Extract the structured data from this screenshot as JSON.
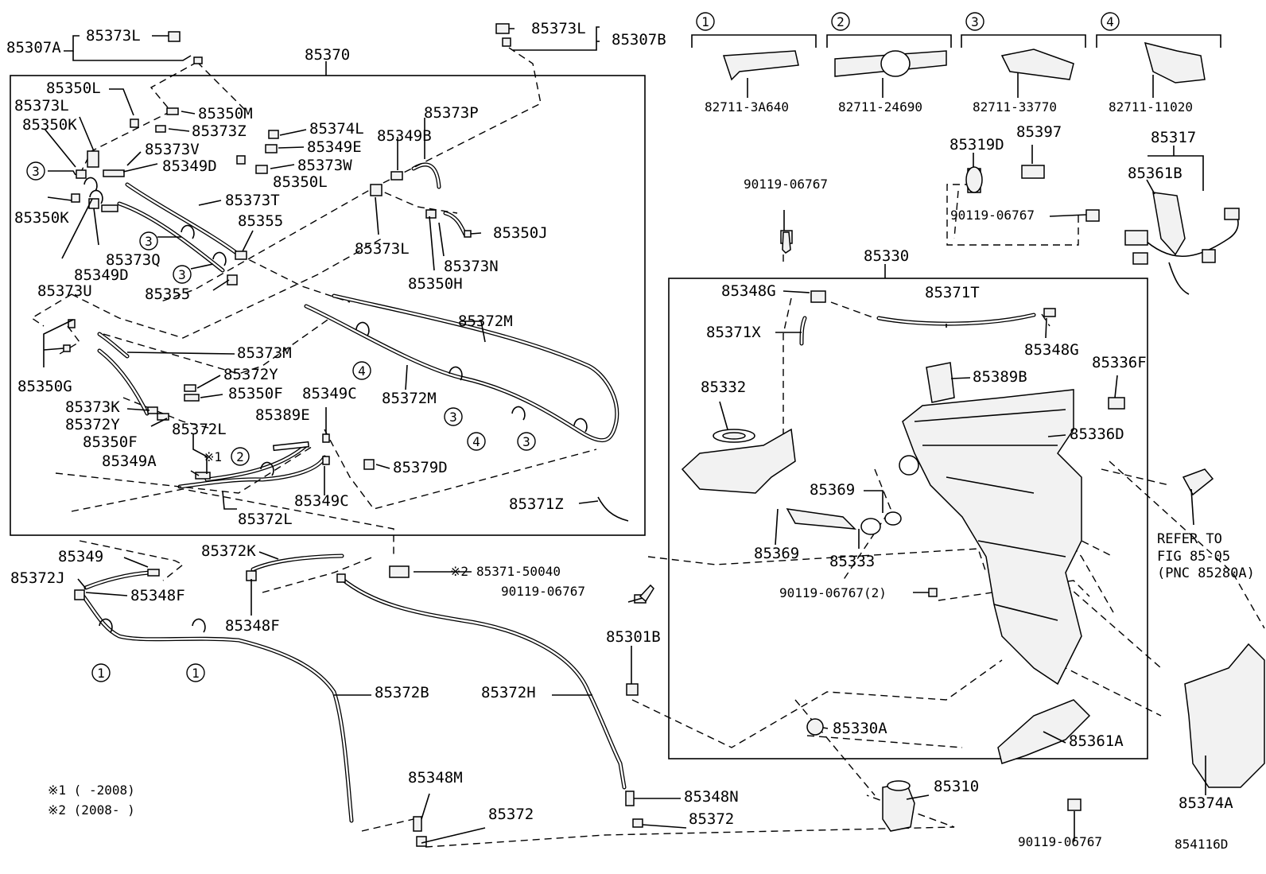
{
  "diagram": {
    "part_labels": {
      "p85307A": "85307A",
      "p85373L_a": "85373L",
      "p85370": "85370",
      "p85350L_a": "85350L",
      "p85373L_b": "85373L",
      "p85350K_a": "85350K",
      "p85350M": "85350M",
      "p85373Z": "85373Z",
      "p85373V": "85373V",
      "p85349D_a": "85349D",
      "p85374L": "85374L",
      "p85349E": "85349E",
      "p85373W": "85373W",
      "p85350L_b": "85350L",
      "p85373T": "85373T",
      "p85350K_b": "85350K",
      "p85355_a": "85355",
      "p85373Q": "85373Q",
      "p85349D_b": "85349D",
      "p85373U": "85373U",
      "p85355_b": "85355",
      "p85349B": "85349B",
      "p85373P": "85373P",
      "p85373L_c": "85373L",
      "p85350J": "85350J",
      "p85373N": "85373N",
      "p85350H": "85350H",
      "p85373L_d": "85373L",
      "p85307B": "85307B",
      "p85372M_a": "85372M",
      "p85373M": "85373M",
      "p85350G": "85350G",
      "p85372Y_a": "85372Y",
      "p85350F_a": "85350F",
      "p85349C_a": "85349C",
      "p85372M_b": "85372M",
      "p85373K": "85373K",
      "p85372Y_b": "85372Y",
      "p85350F_b": "85350F",
      "p85389E": "85389E",
      "p85372L_a": "85372L",
      "p85349A": "85349A",
      "p85379D": "85379D",
      "p85349C_b": "85349C",
      "p85372L_b": "85372L",
      "p85371Z": "85371Z",
      "p85349": "85349",
      "p85372K": "85372K",
      "p85371_50040": "85371-50040",
      "p85372J": "85372J",
      "p85348F_a": "85348F",
      "p85348F_b": "85348F",
      "p90119_a": "90119-06767",
      "p85301B": "85301B",
      "p85372B": "85372B",
      "p85372H": "85372H",
      "p85348M": "85348M",
      "p85348N": "85348N",
      "p85372_a": "85372",
      "p85372_b": "85372",
      "p85310": "85310",
      "p90119_b": "90119-06767",
      "p85374A": "85374A",
      "p82711_1": "82711-3A640",
      "p82711_2": "82711-24690",
      "p82711_3": "82711-33770",
      "p82711_4": "82711-11020",
      "p85319D": "85319D",
      "p85397": "85397",
      "p85317": "85317",
      "p85361B": "85361B",
      "p90119_c": "90119-06767",
      "p90119_d": "90119-06767",
      "p85330": "85330",
      "p85348G_a": "85348G",
      "p85371T": "85371T",
      "p85371X": "85371X",
      "p85348G_b": "85348G",
      "p85389B": "85389B",
      "p85336F": "85336F",
      "p85332": "85332",
      "p85336D": "85336D",
      "p85369_a": "85369",
      "p85369_b": "85369",
      "p85333": "85333",
      "p90119_e": "90119-06767(2)",
      "p85330A": "85330A",
      "p85361A": "85361A"
    },
    "circled_numbers": [
      "1",
      "2",
      "3",
      "4"
    ],
    "refer_note": {
      "line1": "REFER TO",
      "line2": "FIG 85-05",
      "line3": "(PNC 85280A)"
    },
    "footnotes": {
      "mark1": "※1",
      "note1": "※1 (      -2008)",
      "note2": "※2 (2008-      )",
      "mark2": "※2"
    },
    "figure_id": "854116D"
  }
}
